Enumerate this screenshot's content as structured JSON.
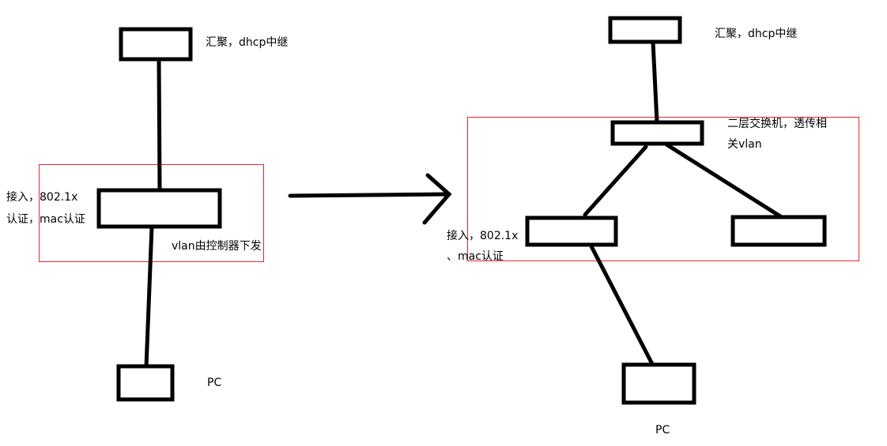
{
  "left": {
    "top_label": "汇聚，dhcp中继",
    "access_label_line1": "接入，802.1x",
    "access_label_line2": "认证，mac认证",
    "vlan_label": "vlan由控制器下发",
    "pc_label": "PC"
  },
  "right": {
    "top_label": "汇聚，dhcp中继",
    "l2_label_line1": "二层交换机，透传相",
    "l2_label_line2": "关vlan",
    "access_label_line1": "接入，802.1x",
    "access_label_line2": "、mac认证",
    "pc_label": "PC"
  },
  "colors": {
    "highlight": "#e8262a",
    "stroke": "#000000"
  }
}
